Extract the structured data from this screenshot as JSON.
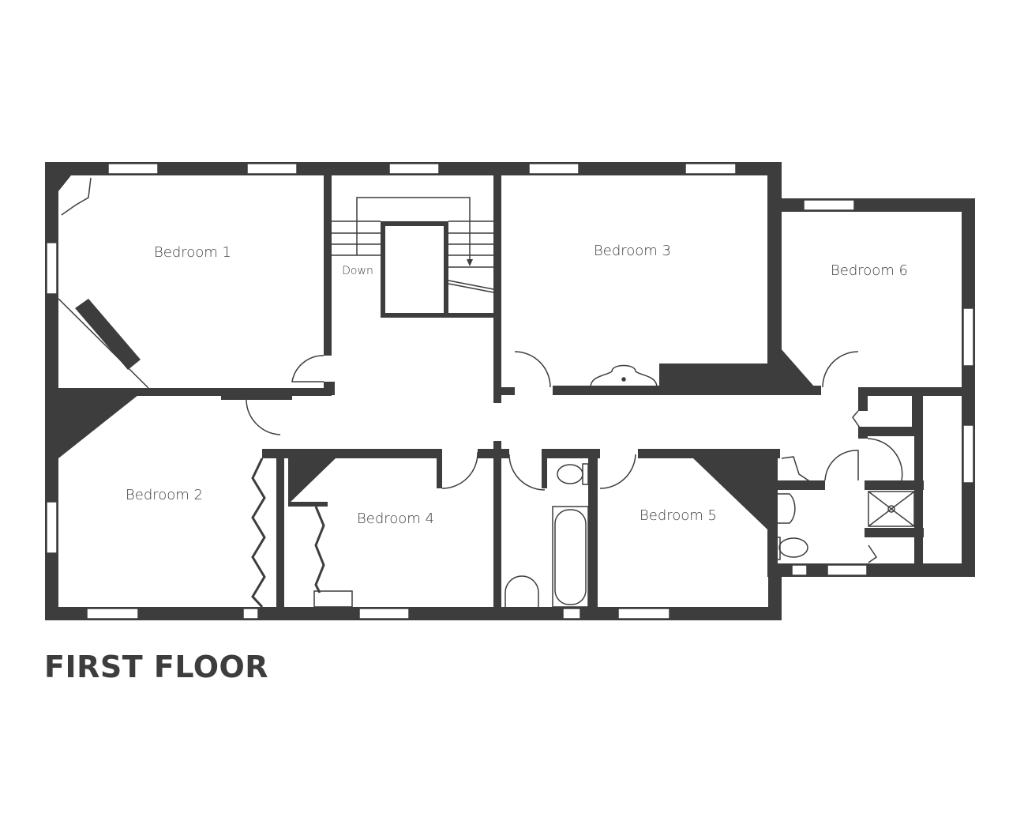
{
  "floor_title": "FIRST FLOOR",
  "rooms": {
    "bedroom1": "Bedroom 1",
    "bedroom2": "Bedroom 2",
    "bedroom3": "Bedroom 3",
    "bedroom4": "Bedroom 4",
    "bedroom5": "Bedroom 5",
    "bedroom6": "Bedroom 6"
  },
  "stairs_label": "Down",
  "colors": {
    "wall": "#3d3d3d",
    "background": "#ffffff"
  }
}
